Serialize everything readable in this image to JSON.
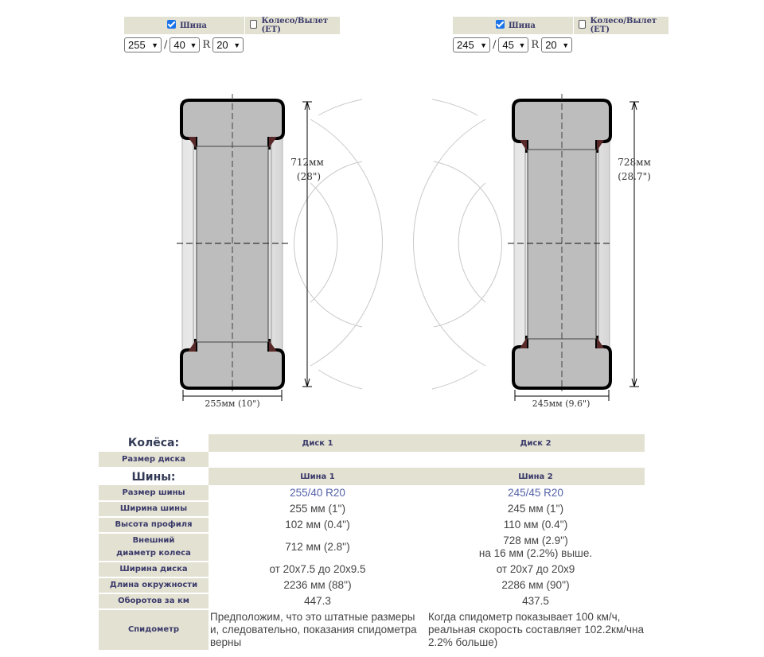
{
  "selectors": [
    {
      "tire_label": "Шина",
      "tire_checked": true,
      "wheel_label": "Колесо/Вылет (ET)",
      "wheel_checked": false,
      "width": "255",
      "profile": "40",
      "r_label": "R",
      "rim": "20"
    },
    {
      "tire_label": "Шина",
      "tire_checked": true,
      "wheel_label": "Колесо/Вылет (ET)",
      "wheel_checked": false,
      "width": "245",
      "profile": "45",
      "r_label": "R",
      "rim": "20"
    }
  ],
  "slash": "/",
  "diagrams": [
    {
      "diameter_mm": "712мм",
      "diameter_in": "(28\")",
      "width_label": "255мм (10\")"
    },
    {
      "diameter_mm": "728мм",
      "diameter_in": "(28.7\")",
      "width_label": "245мм (9.6\")"
    }
  ],
  "table": {
    "wheels_title": "Колёса:",
    "disk1": "Диск 1",
    "disk2": "Диск 2",
    "disk_size_label": "Размер диска",
    "tires_title": "Шины:",
    "tire1": "Шина 1",
    "tire2": "Шина 2",
    "rows": [
      {
        "label": "Размер шины",
        "v1": "255/40 R20",
        "v2": "245/45 R20"
      },
      {
        "label": "Ширина шины",
        "v1": "255 мм (1'')",
        "v2": "245 мм (1'')"
      },
      {
        "label": "Высота профиля",
        "v1": "102 мм (0.4'')",
        "v2": "110 мм (0.4'')"
      },
      {
        "label": "Внешний диаметр колеса",
        "v1": "712 мм (2.8'')",
        "v2": "728 мм (2.9'')",
        "v2_note": "на 16 мм (2.2%) выше."
      },
      {
        "label": "Ширина диска",
        "v1": "от 20x7.5 до 20x9.5",
        "v2": "от 20x7 до 20x9"
      },
      {
        "label": "Длина окружности",
        "v1": "2236 мм (88'')",
        "v2": "2286 мм (90'')"
      },
      {
        "label": "Оборотов за км",
        "v1": "447.3",
        "v2": "437.5"
      },
      {
        "label": "Спидометр",
        "v1": "Предположим, что это штатные размеры и, следовательно, показания спидометра верны",
        "v2": "Когда спидометр показывает 100 км/ч, реальная скорость составляет 102.2км/чна 2.2% больше)"
      }
    ]
  }
}
